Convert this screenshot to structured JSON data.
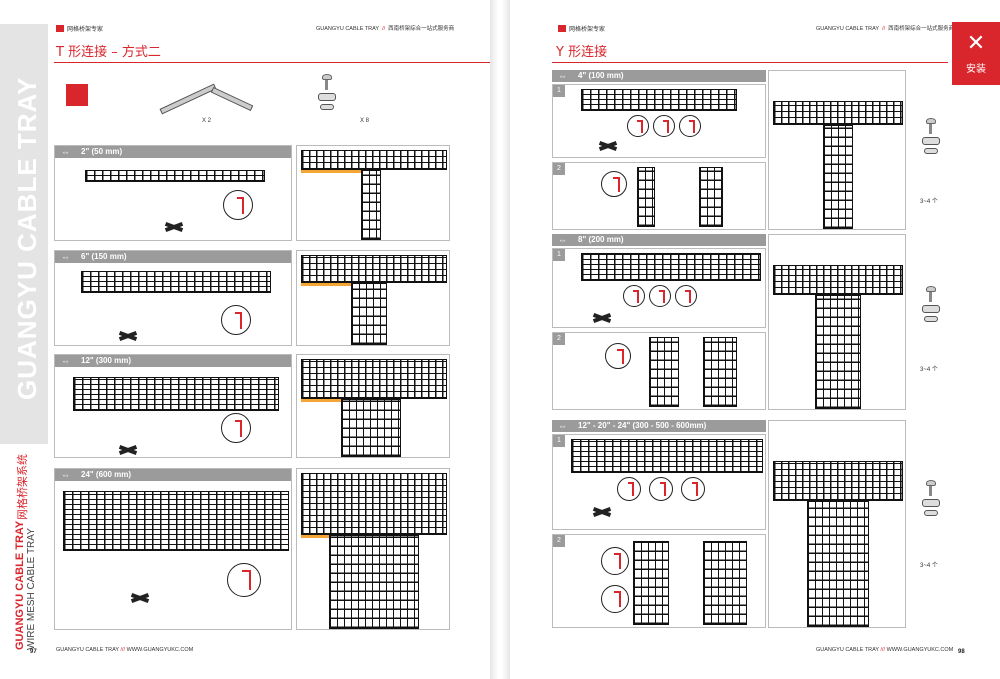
{
  "left": {
    "brand": "网格桥架专家",
    "header_right": {
      "a": "GUANGYU CABLE TRAY",
      "b": "西南桥架综合一站式服务商"
    },
    "title": "T 形连接 – 方式二",
    "spine_big": "GUANGYU CABLE TRAY",
    "spine_red": "GUANGYU CABLE TRAY",
    "spine_cn": "网格桥架系统",
    "spine_en": "WIRE MESH CABLE TRAY",
    "parts": {
      "qty1": "X 2",
      "qty2": "X 8"
    },
    "sections": [
      {
        "label": "2\" (50 mm)"
      },
      {
        "label": "6\" (150 mm)"
      },
      {
        "label": "12\" (300 mm)"
      },
      {
        "label": "24\" (600 mm)"
      }
    ],
    "footer": {
      "a": "GUANGYU CABLE TRAY",
      "b": "WWW.GUANGYUKC.COM"
    },
    "page_number": "97"
  },
  "right": {
    "brand": "网格桥架专家",
    "header_right": {
      "a": "GUANGYU CABLE TRAY",
      "b": "西南桥架综合一站式服务商"
    },
    "title": "Y 形连接",
    "badge": {
      "icon": "tools-icon",
      "label": "安装"
    },
    "sections": [
      {
        "label": "4\" (100 mm)",
        "steps": [
          "1",
          "2"
        ],
        "note": "3~4 个"
      },
      {
        "label": "8\" (200 mm)",
        "steps": [
          "1",
          "2"
        ],
        "note": "3~4 个"
      },
      {
        "label": "12\" - 20\" - 24\"  (300 - 500 - 600mm)",
        "steps": [
          "1",
          "2"
        ],
        "note": "3~4 个"
      }
    ],
    "footer": {
      "a": "GUANGYU CABLE TRAY",
      "b": "WWW.GUANGYUKC.COM"
    },
    "page_number": "98"
  },
  "colors": {
    "accent": "#d9262c",
    "label_grey": "#9b9b9b",
    "highlight": "#f3a535"
  }
}
